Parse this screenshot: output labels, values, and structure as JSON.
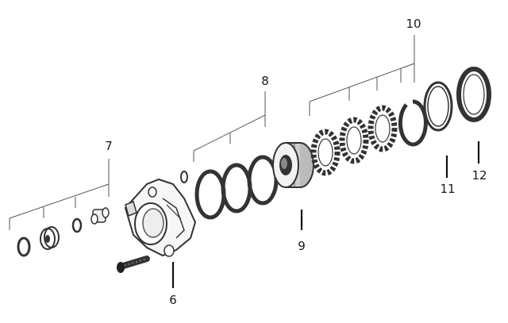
{
  "labels": {
    "l6": "6",
    "l7": "7",
    "l8": "8",
    "l9": "9",
    "l10": "10",
    "l11": "11",
    "l12": "12"
  },
  "colors": {
    "line": "#333333",
    "ink": "#111111",
    "background": "#ffffff"
  }
}
